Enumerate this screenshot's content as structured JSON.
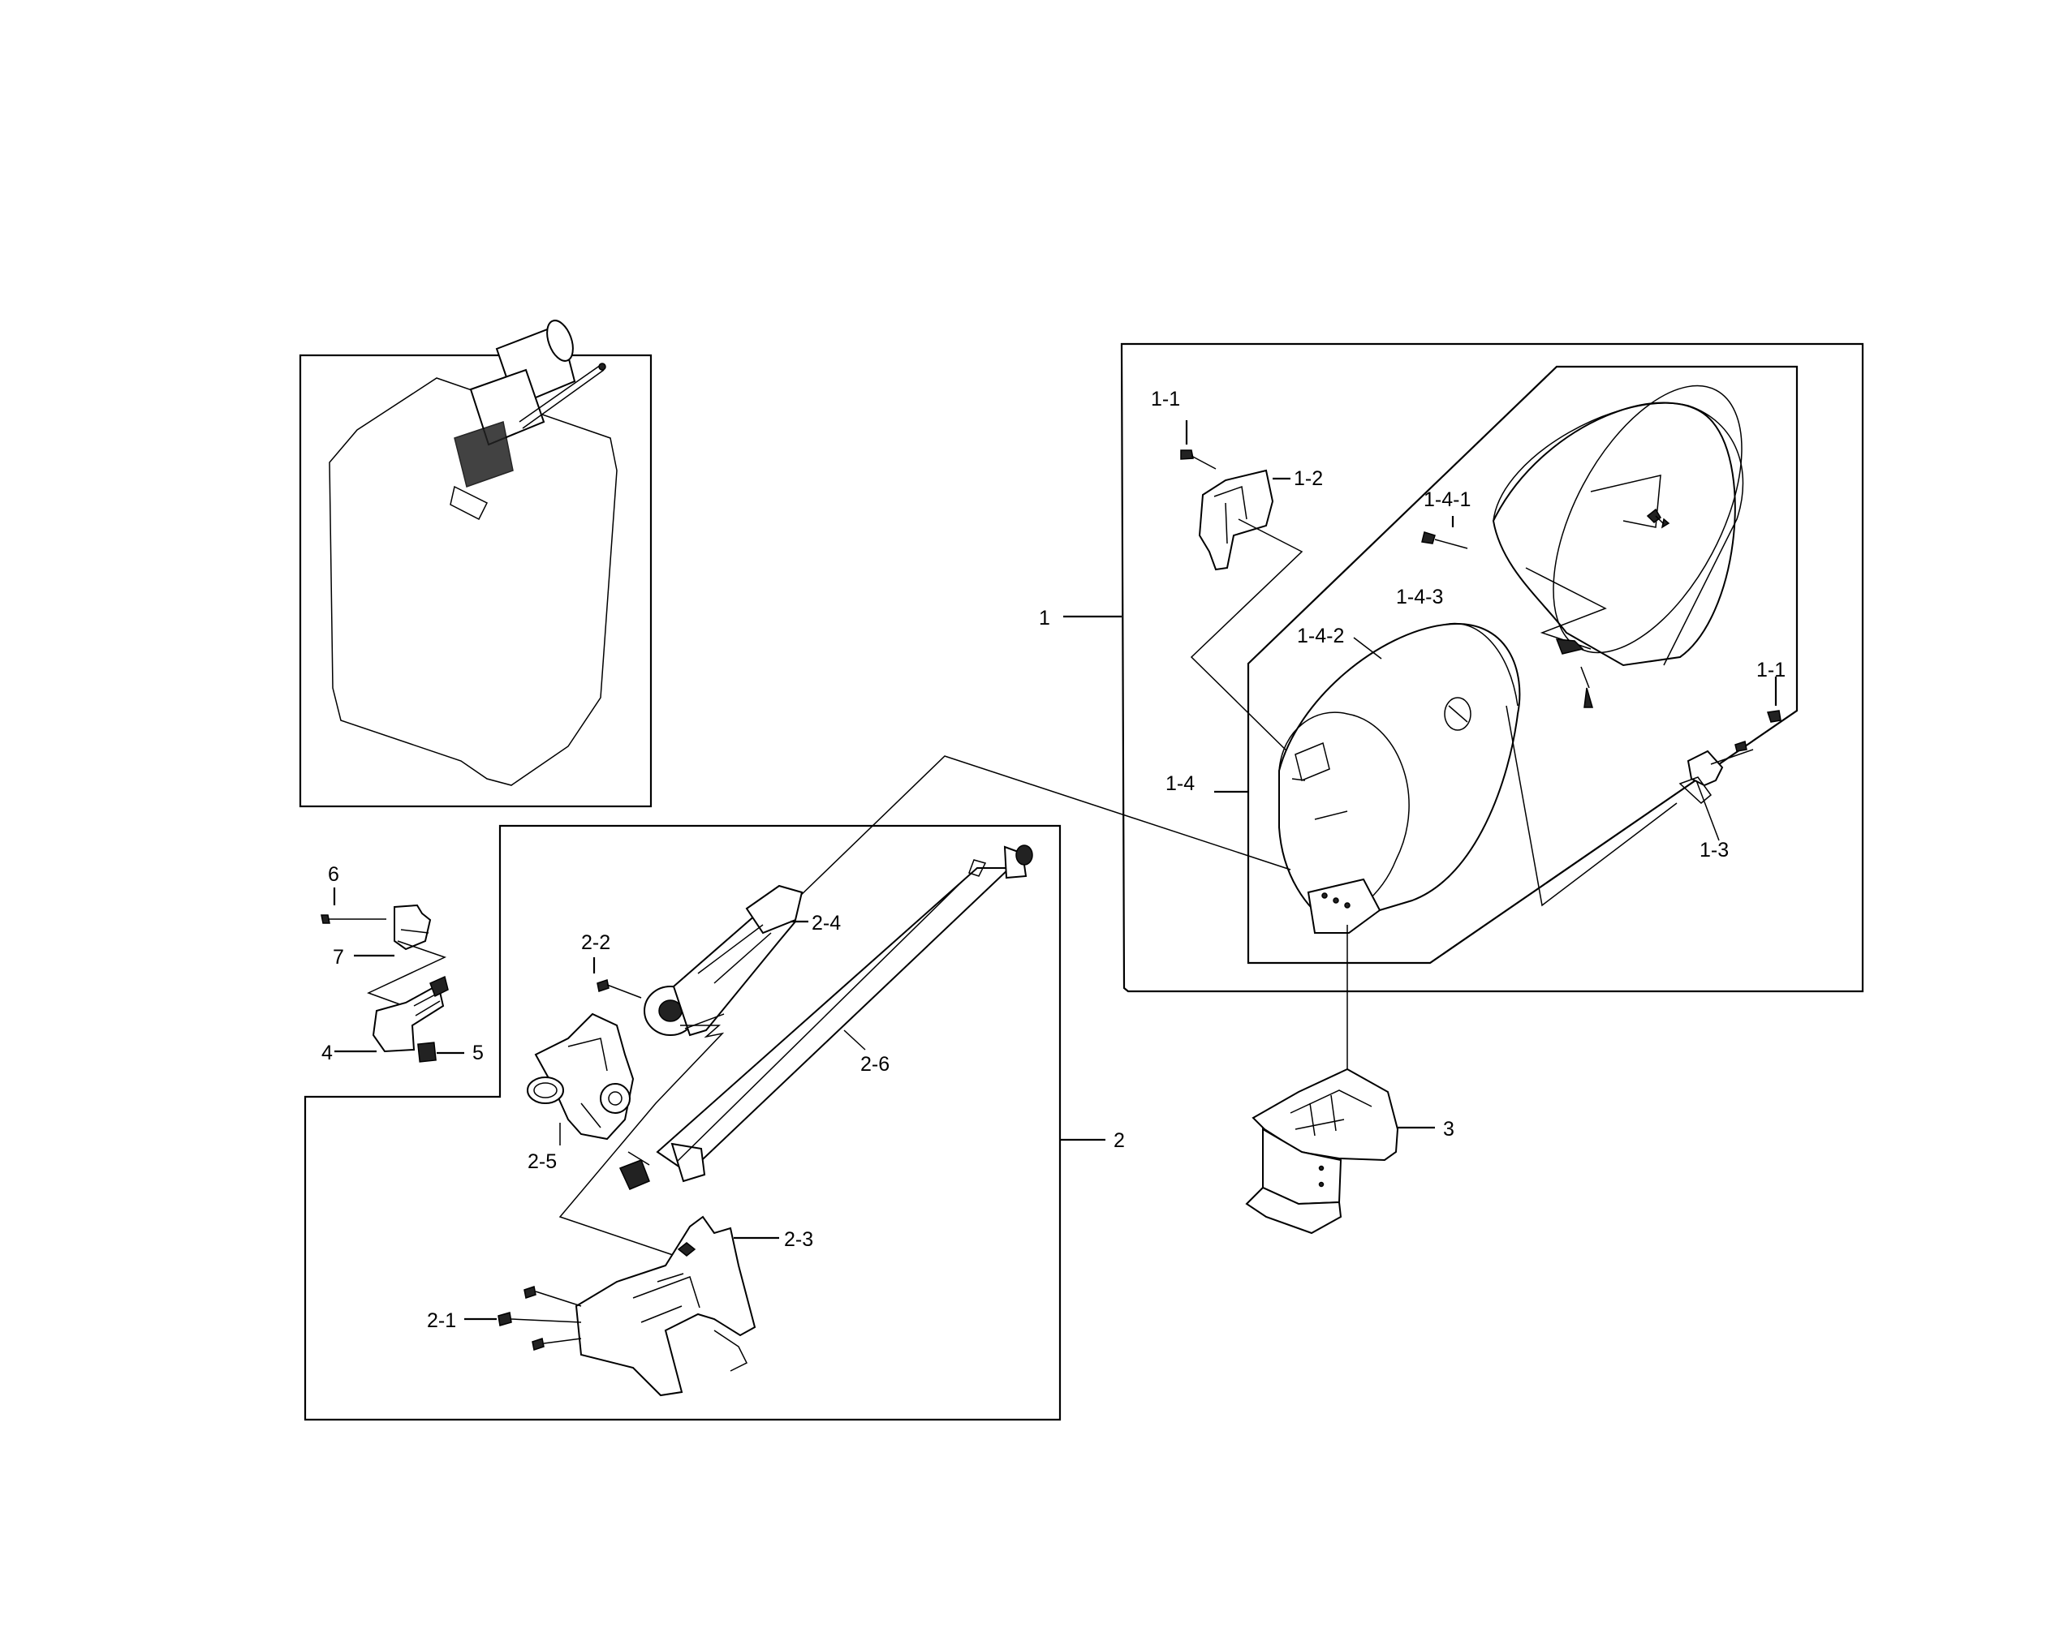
{
  "labels": {
    "l_1": "1",
    "l_1_1_top": "1-1",
    "l_1_2": "1-2",
    "l_1_3": "1-3",
    "l_1_1_right": "1-1",
    "l_1_4": "1-4",
    "l_1_4_1": "1-4-1",
    "l_1_4_2": "1-4-2",
    "l_1_4_3": "1-4-3",
    "l_2": "2",
    "l_2_1": "2-1",
    "l_2_2": "2-2",
    "l_2_3": "2-3",
    "l_2_4": "2-4",
    "l_2_5": "2-5",
    "l_2_6": "2-6",
    "l_3": "3",
    "l_4": "4",
    "l_5": "5",
    "l_6": "6",
    "l_7": "7"
  }
}
